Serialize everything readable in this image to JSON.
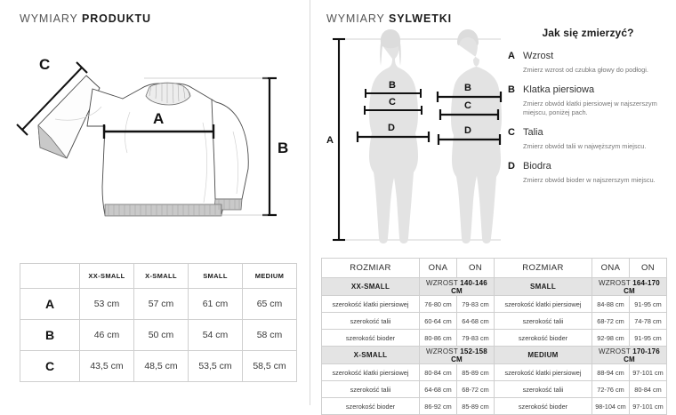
{
  "left_panel": {
    "title_regular": "WYMIARY ",
    "title_bold": "PRODUKTU",
    "figure_labels": {
      "a": "A",
      "b": "B",
      "c": "C"
    },
    "size_table": {
      "corner_label": "",
      "columns": [
        "XX-SMALL",
        "X-SMALL",
        "SMALL",
        "MEDIUM"
      ],
      "rows": [
        {
          "label": "A",
          "values": [
            "53 cm",
            "57 cm",
            "61 cm",
            "65 cm"
          ]
        },
        {
          "label": "B",
          "values": [
            "46 cm",
            "50 cm",
            "54 cm",
            "58 cm"
          ]
        },
        {
          "label": "C",
          "values": [
            "43,5 cm",
            "48,5 cm",
            "53,5 cm",
            "58,5 cm"
          ]
        }
      ]
    }
  },
  "right_panel": {
    "title_regular": "WYMIARY ",
    "title_bold": "SYLWETKI",
    "figure_labels": {
      "a": "A",
      "female": {
        "b": "B",
        "c": "C",
        "d": "D"
      },
      "male": {
        "b": "B",
        "c": "C",
        "d": "D"
      }
    },
    "howto": {
      "title": "Jak się zmierzyć?",
      "items": [
        {
          "letter": "A",
          "name": "Wzrost",
          "desc": "Zmierz wzrost od czubka głowy do podłogi."
        },
        {
          "letter": "B",
          "name": "Klatka piersiowa",
          "desc": "Zmierz obwód klatki piersiowej w najszerszym miejscu, poniżej pach."
        },
        {
          "letter": "C",
          "name": "Talia",
          "desc": "Zmierz obwód talii w najwęższym miejscu."
        },
        {
          "letter": "D",
          "name": "Biodra",
          "desc": "Zmierz obwód bioder w najszerszym miejscu."
        }
      ]
    },
    "body_table": {
      "headers": [
        "ROZMIAR",
        "ONA",
        "ON",
        "ROZMIAR",
        "ONA",
        "ON"
      ],
      "height_prefix": "WZROST ",
      "groups": [
        {
          "left": {
            "size": "XX-SMALL",
            "height": "140-146 CM",
            "rows": [
              {
                "label": "szerokość klatki piersiowej",
                "ona": "76-80 cm",
                "on": "79-83 cm"
              },
              {
                "label": "szerokość talii",
                "ona": "60-64 cm",
                "on": "64-68 cm"
              },
              {
                "label": "szerokość bioder",
                "ona": "80-86 cm",
                "on": "79-83 cm"
              }
            ]
          },
          "right": {
            "size": "SMALL",
            "height": "164-170 CM",
            "rows": [
              {
                "label": "szerokość klatki piersiowej",
                "ona": "84-88 cm",
                "on": "91-95 cm"
              },
              {
                "label": "szerokość talii",
                "ona": "68-72 cm",
                "on": "74-78 cm"
              },
              {
                "label": "szerokość bioder",
                "ona": "92-98 cm",
                "on": "91-95 cm"
              }
            ]
          }
        },
        {
          "left": {
            "size": "X-SMALL",
            "height": "152-158 CM",
            "rows": [
              {
                "label": "szerokość klatki piersiowej",
                "ona": "80-84 cm",
                "on": "85-89 cm"
              },
              {
                "label": "szerokość talii",
                "ona": "64-68 cm",
                "on": "68-72 cm"
              },
              {
                "label": "szerokość bioder",
                "ona": "86-92 cm",
                "on": "85-89 cm"
              }
            ]
          },
          "right": {
            "size": "MEDIUM",
            "height": "170-176 CM",
            "rows": [
              {
                "label": "szerokość klatki piersiowej",
                "ona": "88-94 cm",
                "on": "97-101 cm"
              },
              {
                "label": "szerokość talii",
                "ona": "72-76 cm",
                "on": "80-84 cm"
              },
              {
                "label": "szerokość bioder",
                "ona": "98-104 cm",
                "on": "97-101 cm"
              }
            ]
          }
        }
      ]
    }
  },
  "colors": {
    "text_dark": "#1c1c1c",
    "text_body": "#3c3c3c",
    "text_muted": "#777777",
    "border": "#cfcfcf",
    "group_row_bg": "#e4e4e4",
    "silhouette": "#e3e3e3",
    "garment_line": "#4a4a4a",
    "garment_rib": "#c9c9c9"
  }
}
